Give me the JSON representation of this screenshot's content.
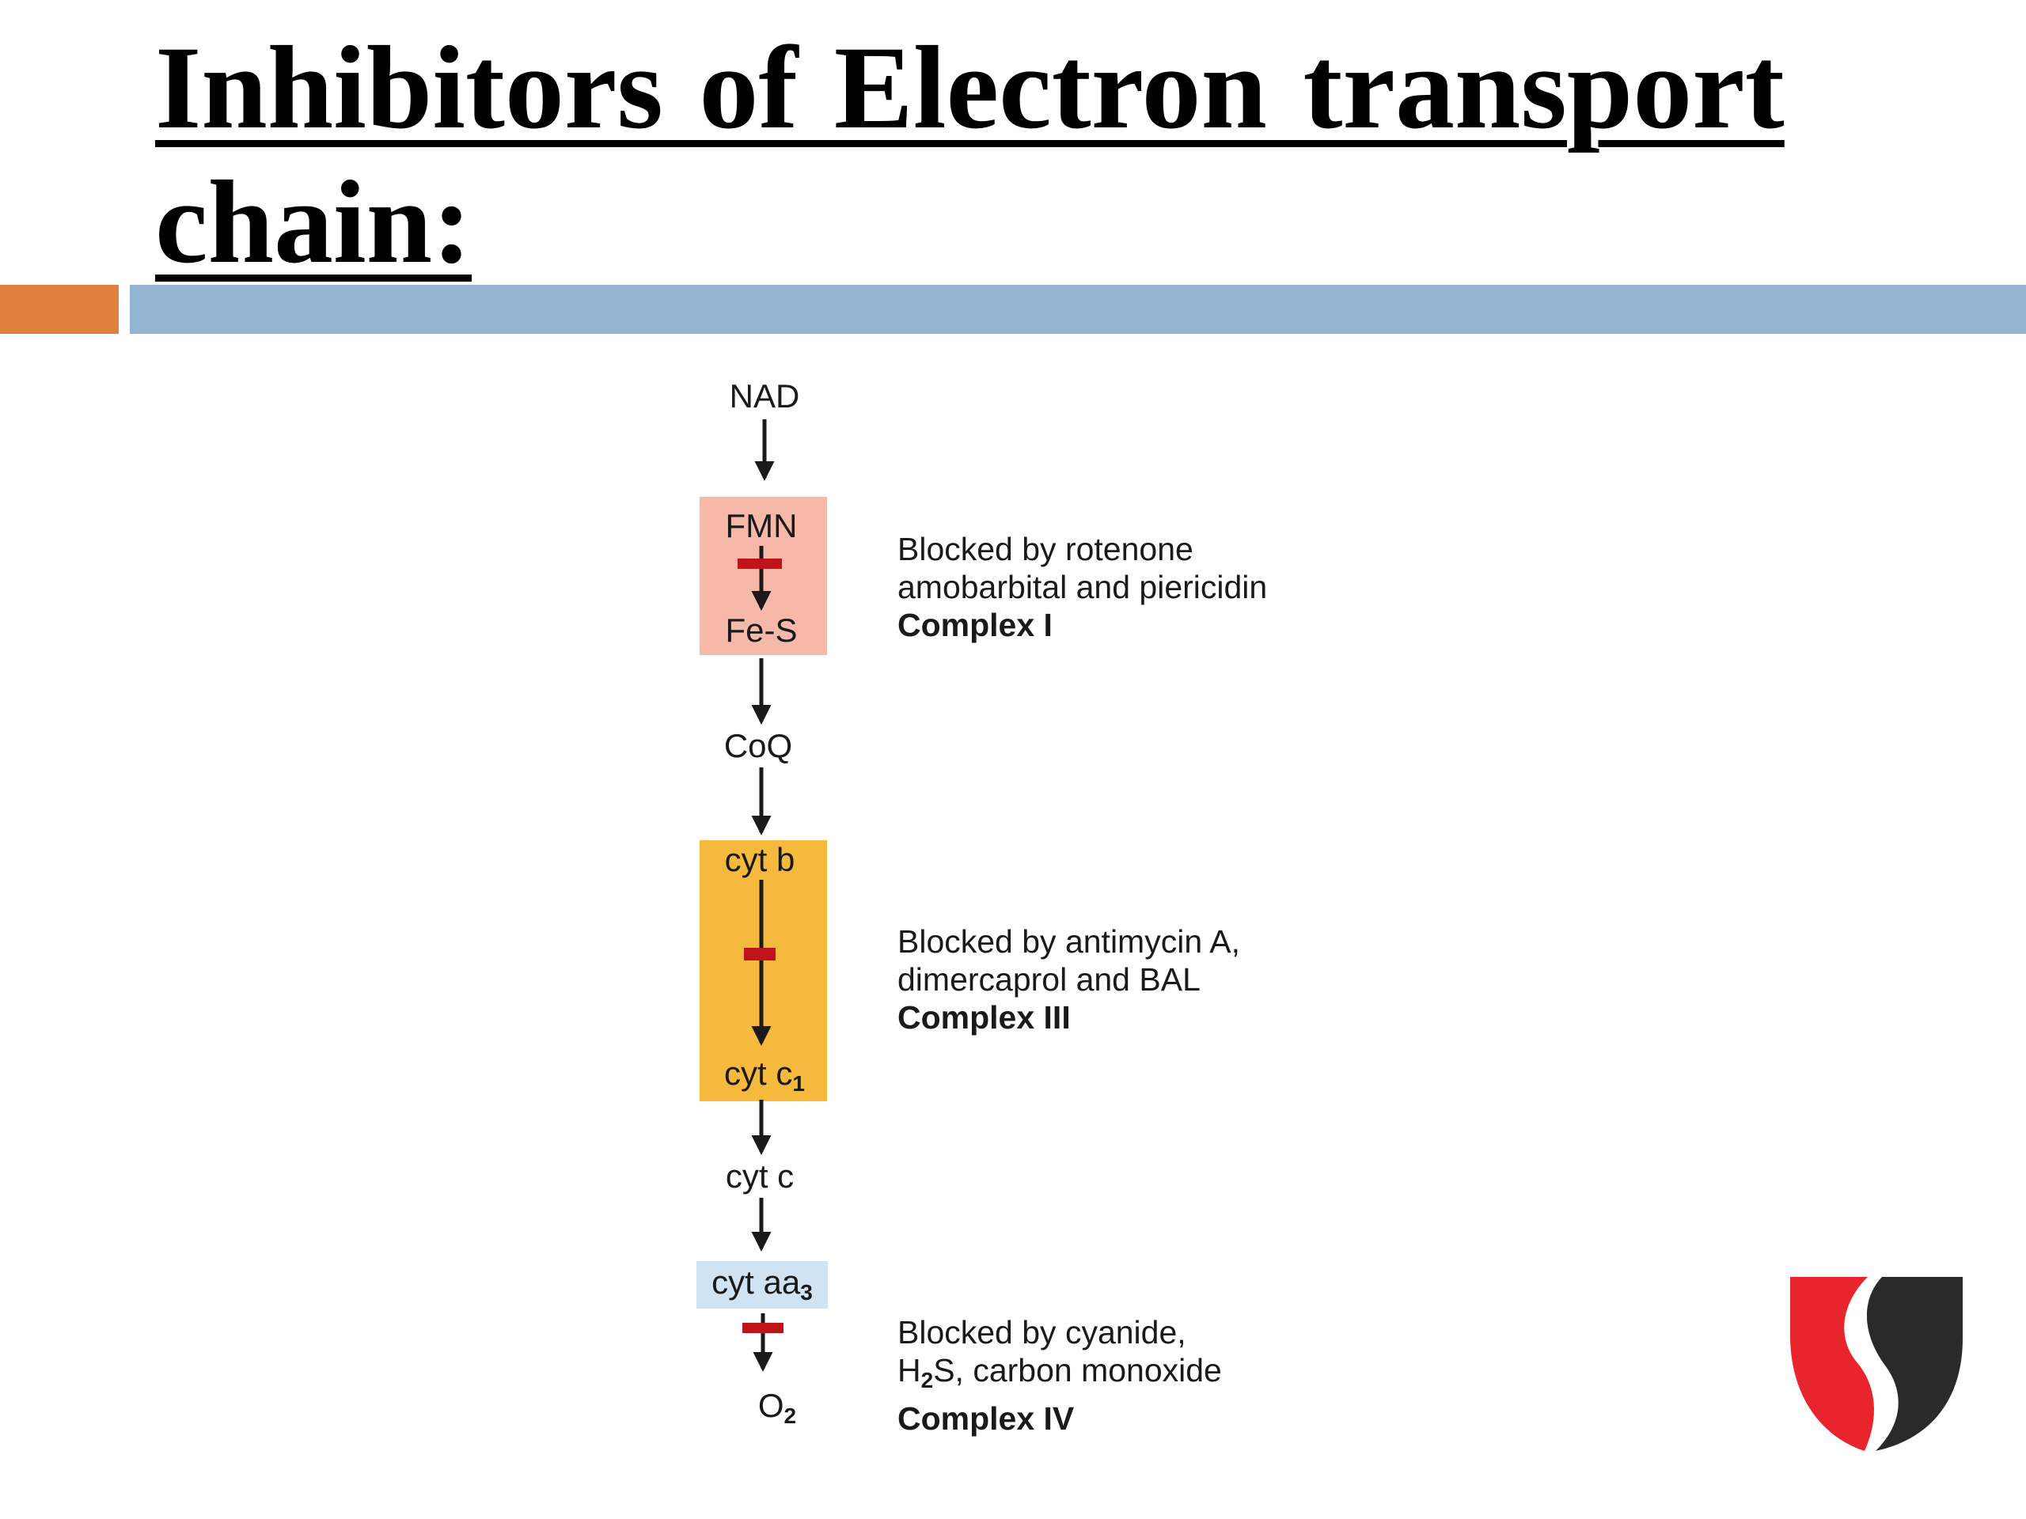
{
  "slide": {
    "title_line1": "Inhibitors of Electron  transport",
    "title_line2": "chain:"
  },
  "diagram": {
    "nodes": {
      "nad": "NAD",
      "fmn": "FMN",
      "fes": "Fe-S",
      "coq": "CoQ",
      "cytb": "cyt b",
      "cytc1_base": "cyt c",
      "cytc1_sub": "1",
      "cytc": "cyt c",
      "cytaa3_base": "cyt aa",
      "cytaa3_sub": "3",
      "o2_base": "O",
      "o2_sub": "2"
    },
    "annotations": {
      "complex1": {
        "line1": "Blocked by rotenone",
        "line2": "amobarbital and piericidin",
        "complex": "Complex I"
      },
      "complex3": {
        "line1": "Blocked by antimycin A,",
        "line2": "dimercaprol and BAL",
        "complex": "Complex III"
      },
      "complex4": {
        "line1": "Blocked by cyanide,",
        "line2_h": "H",
        "line2_sub": "2",
        "line2_rest": "S, carbon monoxide",
        "complex": "Complex IV"
      }
    }
  },
  "colors": {
    "accent_orange": "#e0803e",
    "accent_blue": "#93b4d3",
    "complex1_fill": "#f6b8a8",
    "complex3_fill": "#f5b93e",
    "complex4_fill": "#cfe3f2",
    "block_mark": "#c0141c",
    "logo_red": "#e8242c",
    "logo_dark": "#2a2a2a"
  },
  "logo": {
    "icon": "shield-s-logo"
  }
}
